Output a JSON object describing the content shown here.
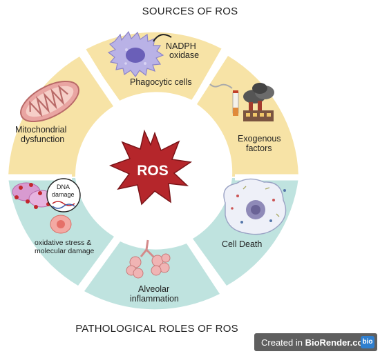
{
  "titles": {
    "top": "SOURCES OF ROS",
    "bottom": "PATHOLOGICAL ROLES OF ROS"
  },
  "center": {
    "label": "ROS"
  },
  "sources": {
    "phagocytic": "Phagocytic cells",
    "nadph_line1": "NADPH",
    "nadph_line2": "oxidase",
    "mito_line1": "Mitochondrial",
    "mito_line2": "dysfunction",
    "exo_line1": "Exogenous",
    "exo_line2": "factors"
  },
  "roles": {
    "oxidative_line1": "oxidative stress  &",
    "oxidative_line2": "molecular damage",
    "dna_line1": "DNA",
    "dna_line2": "damage",
    "alveolar_line1": "Alveolar",
    "alveolar_line2": "inflammation",
    "cell_death": "Cell Death"
  },
  "watermark": {
    "prefix": "Created in ",
    "brand": "BioRender.com",
    "badge": "bio"
  },
  "colors": {
    "sources_fill": "#f7e3a6",
    "roles_fill": "#bfe3df",
    "ros_star": "#b5262b",
    "ros_outline": "#7a1418"
  }
}
